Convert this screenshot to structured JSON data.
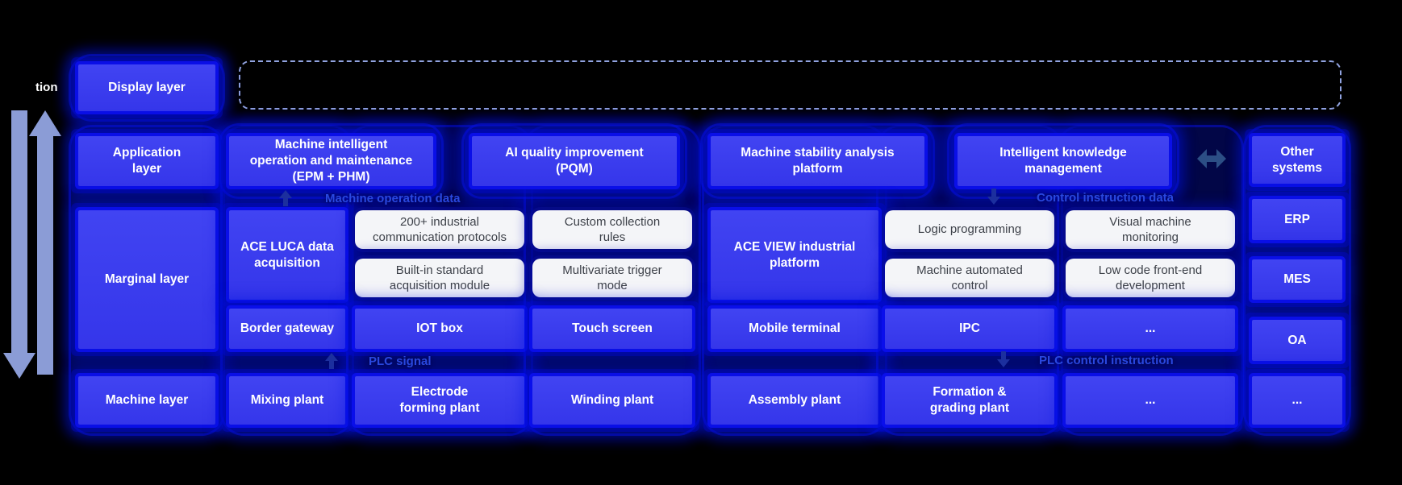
{
  "partial_left_label": "tion",
  "layers": {
    "display": "Display layer",
    "application": "Application\nlayer",
    "marginal": "Marginal layer",
    "machine": "Machine layer"
  },
  "application_row": [
    "Machine intelligent\noperation and maintenance\n(EPM + PHM)",
    "AI quality improvement\n(PQM)",
    "Machine stability analysis\nplatform",
    "Intelligent knowledge\nmanagement"
  ],
  "marginal_row": {
    "ace_luca": "ACE LUCA data\nacquisition",
    "ace_view": "ACE VIEW industrial\nplatform",
    "features": [
      "200+ industrial\ncommunication protocols",
      "Built-in standard\nacquisition module",
      "Custom collection\nrules",
      "Multivariate trigger\nmode",
      "Logic programming",
      "Machine automated\ncontrol",
      "Visual machine\nmonitoring",
      "Low code front-end\ndevelopment"
    ],
    "devices": [
      "Border gateway",
      "IOT box",
      "Touch screen",
      "Mobile terminal",
      "IPC",
      "..."
    ]
  },
  "machine_row": [
    "Mixing plant",
    "Electrode\nforming plant",
    "Winding plant",
    "Assembly plant",
    "Formation &\ngrading plant",
    "..."
  ],
  "right_column": [
    "Other\nsystems",
    "ERP",
    "MES",
    "OA",
    "..."
  ],
  "flow_labels": {
    "machine_operation_data": "Machine operation data",
    "control_instruction_data": "Control instruction data",
    "plc_signal": "PLC signal",
    "plc_control_instruction": "PLC control instruction"
  },
  "colors": {
    "background": "#000000",
    "box_blue": "#3a3cee",
    "glow_blue": "#0511f0",
    "white_box_bg": "#f4f5f8",
    "white_box_text": "#3d4149",
    "flow_label_blue": "#2948e0",
    "dashed_border": "#91a3e0",
    "side_arrow": "#8b9cd6",
    "exchange_arrow": "#2c4e85",
    "box_text": "#ffffff"
  }
}
